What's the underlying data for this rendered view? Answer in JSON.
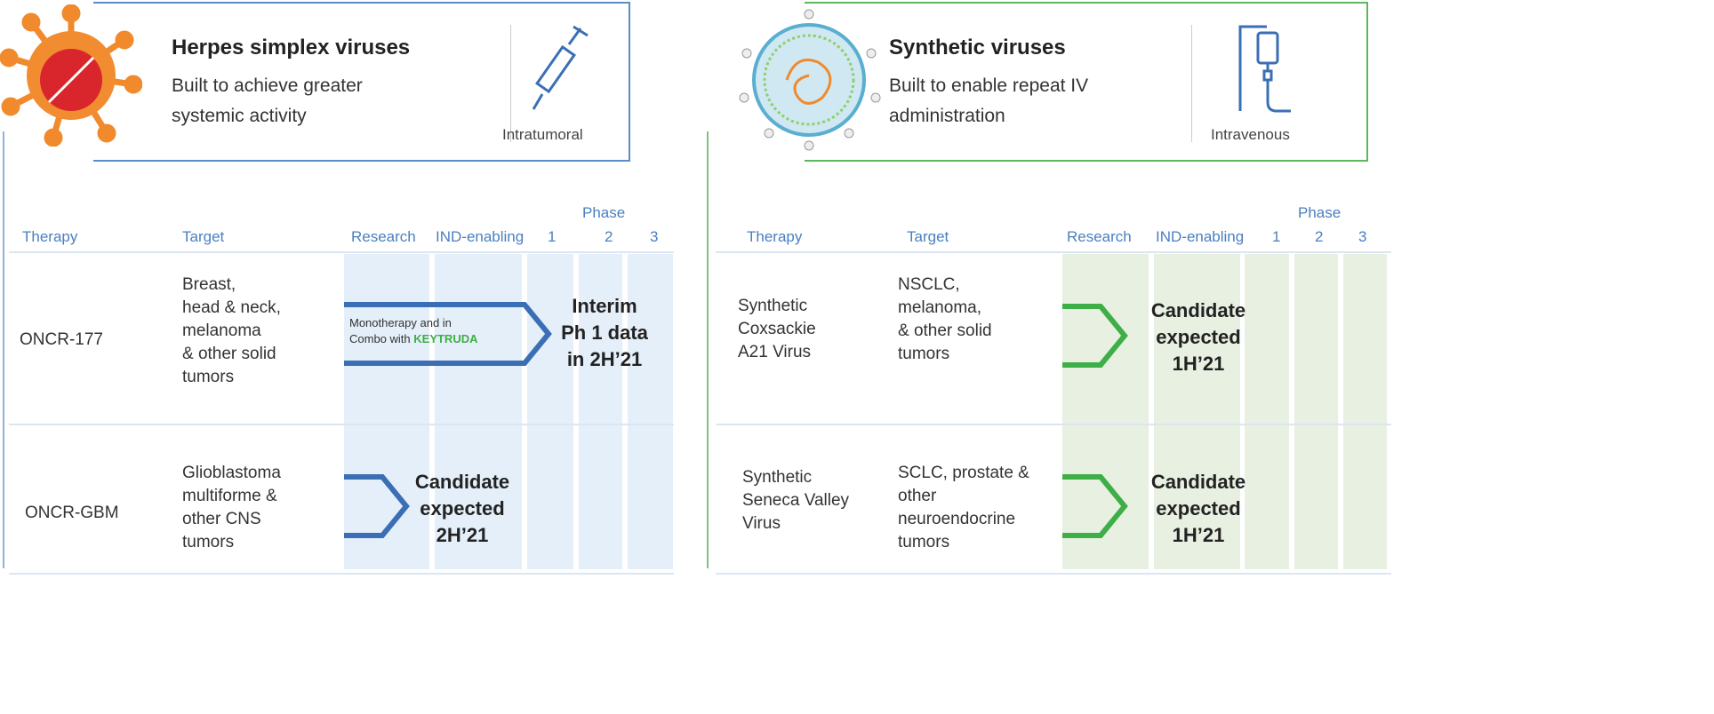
{
  "left": {
    "title": "Herpes simplex viruses",
    "subtitle": [
      "Built to achieve greater",
      "systemic activity"
    ],
    "route": "Intratumoral",
    "color": "#3a6fb5",
    "headers": {
      "phase": "Phase",
      "therapy": "Therapy",
      "target": "Target",
      "research": "Research",
      "ind": "IND-enabling",
      "p1": "1",
      "p2": "2",
      "p3": "3"
    },
    "rows": [
      {
        "therapy": "ONCR-177",
        "target": [
          "Breast,",
          "head & neck,",
          "melanoma",
          "& other  solid",
          "tumors"
        ],
        "arrow_text": [
          "Monotherapy and in",
          "Combo with"
        ],
        "combo_logo": "KEYTRUDA",
        "status": [
          "Interim",
          "Ph 1 data",
          "in 2H’21"
        ]
      },
      {
        "therapy": "ONCR-GBM",
        "target": [
          "Glioblastoma",
          "multiforme  &",
          "other CNS",
          "tumors"
        ],
        "status": [
          "Candidate",
          "expected",
          "2H’21"
        ]
      }
    ]
  },
  "right": {
    "title": "Synthetic viruses",
    "subtitle": [
      "Built to enable repeat IV",
      "administration"
    ],
    "route": "Intravenous",
    "color": "#3eae46",
    "headers": {
      "phase": "Phase",
      "therapy": "Therapy",
      "target": "Target",
      "research": "Research",
      "ind": "IND-enabling",
      "p1": "1",
      "p2": "2",
      "p3": "3"
    },
    "rows": [
      {
        "therapy": [
          "Synthetic",
          "Coxsackie",
          "A21 Virus"
        ],
        "target": [
          "NSCLC,",
          "melanoma,",
          "& other solid",
          "tumors"
        ],
        "status": [
          "Candidate",
          "expected",
          "1H’21"
        ]
      },
      {
        "therapy": [
          "Synthetic",
          "Seneca Valley",
          "Virus"
        ],
        "target": [
          "SCLC, prostate  &",
          "other",
          "neuroendocrine",
          "tumors"
        ],
        "status": [
          "Candidate",
          "expected",
          "1H’21"
        ]
      }
    ]
  }
}
